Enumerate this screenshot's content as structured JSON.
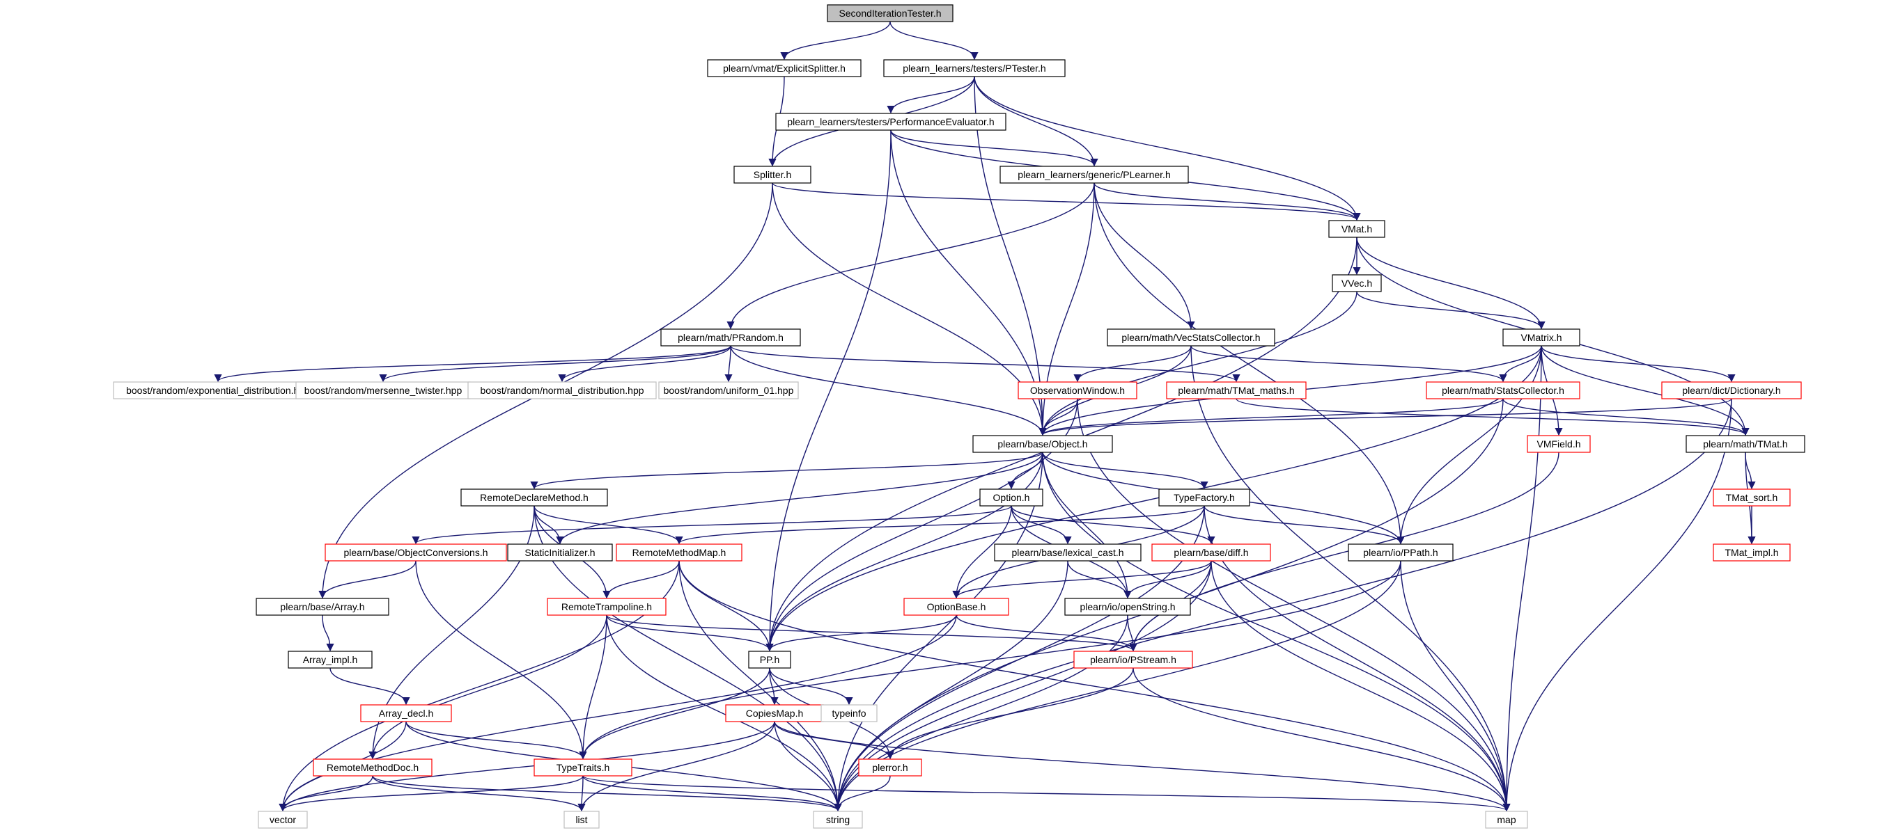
{
  "colors": {
    "edge": "#191970",
    "border_black": "#000000",
    "border_red": "#ff0000",
    "border_gray": "#bfbfbf",
    "root_fill": "#bfbfbf",
    "node_fill": "#ffffff"
  },
  "graph": {
    "root": "SecondIterationTester.h",
    "nodes": [
      {
        "id": "root",
        "label": "SecondIterationTester.h",
        "style": "root"
      },
      {
        "id": "explicitsplitter",
        "label": "plearn/vmat/ExplicitSplitter.h",
        "style": "black"
      },
      {
        "id": "ptester",
        "label": "plearn_learners/testers/PTester.h",
        "style": "black"
      },
      {
        "id": "perfeval",
        "label": "plearn_learners/testers/PerformanceEvaluator.h",
        "style": "black"
      },
      {
        "id": "splitter",
        "label": "Splitter.h",
        "style": "black"
      },
      {
        "id": "plearner",
        "label": "plearn_learners/generic/PLearner.h",
        "style": "black"
      },
      {
        "id": "vmat",
        "label": "VMat.h",
        "style": "black"
      },
      {
        "id": "vvec",
        "label": "VVec.h",
        "style": "black"
      },
      {
        "id": "prandom",
        "label": "plearn/math/PRandom.h",
        "style": "black"
      },
      {
        "id": "vecstats",
        "label": "plearn/math/VecStatsCollector.h",
        "style": "black"
      },
      {
        "id": "vmatrix",
        "label": "VMatrix.h",
        "style": "black"
      },
      {
        "id": "boost_exp",
        "label": "boost/random/exponential_distribution.hpp",
        "style": "gray"
      },
      {
        "id": "boost_mt",
        "label": "boost/random/mersenne_twister.hpp",
        "style": "gray"
      },
      {
        "id": "boost_norm",
        "label": "boost/random/normal_distribution.hpp",
        "style": "gray"
      },
      {
        "id": "boost_unif",
        "label": "boost/random/uniform_01.hpp",
        "style": "gray"
      },
      {
        "id": "obswin",
        "label": "ObservationWindow.h",
        "style": "red"
      },
      {
        "id": "tmatmaths",
        "label": "plearn/math/TMat_maths.h",
        "style": "red"
      },
      {
        "id": "statscoll",
        "label": "plearn/math/StatsCollector.h",
        "style": "red"
      },
      {
        "id": "dictionary",
        "label": "plearn/dict/Dictionary.h",
        "style": "red"
      },
      {
        "id": "object",
        "label": "plearn/base/Object.h",
        "style": "black"
      },
      {
        "id": "vmfield",
        "label": "VMField.h",
        "style": "red"
      },
      {
        "id": "tmat",
        "label": "plearn/math/TMat.h",
        "style": "black"
      },
      {
        "id": "remotedecl",
        "label": "RemoteDeclareMethod.h",
        "style": "black"
      },
      {
        "id": "option",
        "label": "Option.h",
        "style": "black"
      },
      {
        "id": "typefactory",
        "label": "TypeFactory.h",
        "style": "black"
      },
      {
        "id": "tmatsort",
        "label": "TMat_sort.h",
        "style": "red"
      },
      {
        "id": "objconv",
        "label": "plearn/base/ObjectConversions.h",
        "style": "red"
      },
      {
        "id": "staticinit",
        "label": "StaticInitializer.h",
        "style": "black"
      },
      {
        "id": "remotemm",
        "label": "RemoteMethodMap.h",
        "style": "red"
      },
      {
        "id": "lexcast",
        "label": "plearn/base/lexical_cast.h",
        "style": "black"
      },
      {
        "id": "diff",
        "label": "plearn/base/diff.h",
        "style": "red"
      },
      {
        "id": "ppath",
        "label": "plearn/io/PPath.h",
        "style": "black"
      },
      {
        "id": "tmatimpl",
        "label": "TMat_impl.h",
        "style": "red"
      },
      {
        "id": "array",
        "label": "plearn/base/Array.h",
        "style": "black"
      },
      {
        "id": "remotetramp",
        "label": "RemoteTrampoline.h",
        "style": "red"
      },
      {
        "id": "optionbase",
        "label": "OptionBase.h",
        "style": "red"
      },
      {
        "id": "openstring",
        "label": "plearn/io/openString.h",
        "style": "black"
      },
      {
        "id": "arrayimpl",
        "label": "Array_impl.h",
        "style": "black"
      },
      {
        "id": "pp",
        "label": "PP.h",
        "style": "black"
      },
      {
        "id": "pstream",
        "label": "plearn/io/PStream.h",
        "style": "red"
      },
      {
        "id": "arraydecl",
        "label": "Array_decl.h",
        "style": "red"
      },
      {
        "id": "copiesmap",
        "label": "CopiesMap.h",
        "style": "red"
      },
      {
        "id": "typeinfo",
        "label": "typeinfo",
        "style": "gray"
      },
      {
        "id": "remotedoc",
        "label": "RemoteMethodDoc.h",
        "style": "red"
      },
      {
        "id": "typetraits",
        "label": "TypeTraits.h",
        "style": "red"
      },
      {
        "id": "plerror",
        "label": "plerror.h",
        "style": "red"
      },
      {
        "id": "vector",
        "label": "vector",
        "style": "gray"
      },
      {
        "id": "list",
        "label": "list",
        "style": "gray"
      },
      {
        "id": "string",
        "label": "string",
        "style": "gray"
      },
      {
        "id": "map",
        "label": "map",
        "style": "gray"
      }
    ],
    "edges": [
      [
        "root",
        "explicitsplitter"
      ],
      [
        "root",
        "ptester"
      ],
      [
        "explicitsplitter",
        "splitter"
      ],
      [
        "ptester",
        "perfeval"
      ],
      [
        "ptester",
        "splitter"
      ],
      [
        "ptester",
        "plearner"
      ],
      [
        "ptester",
        "vmat"
      ],
      [
        "ptester",
        "object"
      ],
      [
        "perfeval",
        "plearner"
      ],
      [
        "perfeval",
        "vmat"
      ],
      [
        "perfeval",
        "object"
      ],
      [
        "perfeval",
        "pp"
      ],
      [
        "splitter",
        "vmat"
      ],
      [
        "splitter",
        "object"
      ],
      [
        "splitter",
        "array"
      ],
      [
        "plearner",
        "vmat"
      ],
      [
        "plearner",
        "prandom"
      ],
      [
        "plearner",
        "vecstats"
      ],
      [
        "plearner",
        "object"
      ],
      [
        "plearner",
        "ppath"
      ],
      [
        "vmat",
        "vvec"
      ],
      [
        "vmat",
        "vmatrix"
      ],
      [
        "vmat",
        "tmat"
      ],
      [
        "vmat",
        "pp"
      ],
      [
        "vvec",
        "vmatrix"
      ],
      [
        "vvec",
        "object"
      ],
      [
        "prandom",
        "boost_exp"
      ],
      [
        "prandom",
        "boost_mt"
      ],
      [
        "prandom",
        "boost_norm"
      ],
      [
        "prandom",
        "boost_unif"
      ],
      [
        "prandom",
        "tmatmaths"
      ],
      [
        "prandom",
        "object"
      ],
      [
        "vecstats",
        "obswin"
      ],
      [
        "vecstats",
        "statscoll"
      ],
      [
        "vecstats",
        "object"
      ],
      [
        "vecstats",
        "map"
      ],
      [
        "vmatrix",
        "object"
      ],
      [
        "vmatrix",
        "statscoll"
      ],
      [
        "vmatrix",
        "dictionary"
      ],
      [
        "vmatrix",
        "vmfield"
      ],
      [
        "vmatrix",
        "tmat"
      ],
      [
        "vmatrix",
        "ppath"
      ],
      [
        "vmatrix",
        "map"
      ],
      [
        "vmatrix",
        "pp"
      ],
      [
        "obswin",
        "object"
      ],
      [
        "obswin",
        "pp"
      ],
      [
        "obswin",
        "map"
      ],
      [
        "tmatmaths",
        "tmat"
      ],
      [
        "statscoll",
        "tmat"
      ],
      [
        "statscoll",
        "object"
      ],
      [
        "statscoll",
        "string"
      ],
      [
        "dictionary",
        "object"
      ],
      [
        "dictionary",
        "string"
      ],
      [
        "dictionary",
        "map"
      ],
      [
        "vmfield",
        "pstream"
      ],
      [
        "tmat",
        "tmatsort"
      ],
      [
        "tmat",
        "tmatimpl"
      ],
      [
        "tmatsort",
        "tmatimpl"
      ],
      [
        "object",
        "remotedecl"
      ],
      [
        "object",
        "option"
      ],
      [
        "object",
        "typefactory"
      ],
      [
        "object",
        "staticinit"
      ],
      [
        "object",
        "ppath"
      ],
      [
        "object",
        "openstring"
      ],
      [
        "object",
        "pp"
      ],
      [
        "object",
        "map"
      ],
      [
        "object",
        "string"
      ],
      [
        "remotedecl",
        "staticinit"
      ],
      [
        "remotedecl",
        "remotemm"
      ],
      [
        "remotedecl",
        "remotetramp"
      ],
      [
        "remotedecl",
        "remotedoc"
      ],
      [
        "remotedecl",
        "string"
      ],
      [
        "option",
        "objconv"
      ],
      [
        "option",
        "lexcast"
      ],
      [
        "option",
        "diff"
      ],
      [
        "option",
        "optionbase"
      ],
      [
        "option",
        "openstring"
      ],
      [
        "typefactory",
        "remotemm"
      ],
      [
        "typefactory",
        "ppath"
      ],
      [
        "typefactory",
        "optionbase"
      ],
      [
        "typefactory",
        "map"
      ],
      [
        "typefactory",
        "string"
      ],
      [
        "objconv",
        "array"
      ],
      [
        "objconv",
        "typetraits"
      ],
      [
        "remotemm",
        "remotetramp"
      ],
      [
        "remotemm",
        "pp"
      ],
      [
        "remotemm",
        "vector"
      ],
      [
        "remotemm",
        "string"
      ],
      [
        "remotemm",
        "map"
      ],
      [
        "lexcast",
        "openstring"
      ],
      [
        "lexcast",
        "string"
      ],
      [
        "diff",
        "optionbase"
      ],
      [
        "diff",
        "openstring"
      ],
      [
        "diff",
        "pstream"
      ],
      [
        "diff",
        "map"
      ],
      [
        "diff",
        "string"
      ],
      [
        "ppath",
        "typetraits"
      ],
      [
        "ppath",
        "string"
      ],
      [
        "ppath",
        "map"
      ],
      [
        "array",
        "arrayimpl"
      ],
      [
        "arrayimpl",
        "arraydecl"
      ],
      [
        "remotetramp",
        "pp"
      ],
      [
        "remotetramp",
        "pstream"
      ],
      [
        "remotetramp",
        "typetraits"
      ],
      [
        "remotetramp",
        "remotedoc"
      ],
      [
        "remotetramp",
        "string"
      ],
      [
        "optionbase",
        "pp"
      ],
      [
        "optionbase",
        "pstream"
      ],
      [
        "optionbase",
        "vector"
      ],
      [
        "openstring",
        "pstream"
      ],
      [
        "openstring",
        "string"
      ],
      [
        "pp",
        "copiesmap"
      ],
      [
        "pp",
        "typeinfo"
      ],
      [
        "pp",
        "typetraits"
      ],
      [
        "pp",
        "plerror"
      ],
      [
        "pstream",
        "plerror"
      ],
      [
        "pstream",
        "map"
      ],
      [
        "arraydecl",
        "typetraits"
      ],
      [
        "arraydecl",
        "vector"
      ],
      [
        "arraydecl",
        "string"
      ],
      [
        "copiesmap",
        "plerror"
      ],
      [
        "copiesmap",
        "map"
      ],
      [
        "copiesmap",
        "list"
      ],
      [
        "copiesmap",
        "string"
      ],
      [
        "copiesmap",
        "vector"
      ],
      [
        "remotedoc",
        "vector"
      ],
      [
        "remotedoc",
        "list"
      ],
      [
        "remotedoc",
        "string"
      ],
      [
        "typetraits",
        "vector"
      ],
      [
        "typetraits",
        "list"
      ],
      [
        "typetraits",
        "string"
      ],
      [
        "typetraits",
        "map"
      ],
      [
        "plerror",
        "string"
      ]
    ]
  }
}
